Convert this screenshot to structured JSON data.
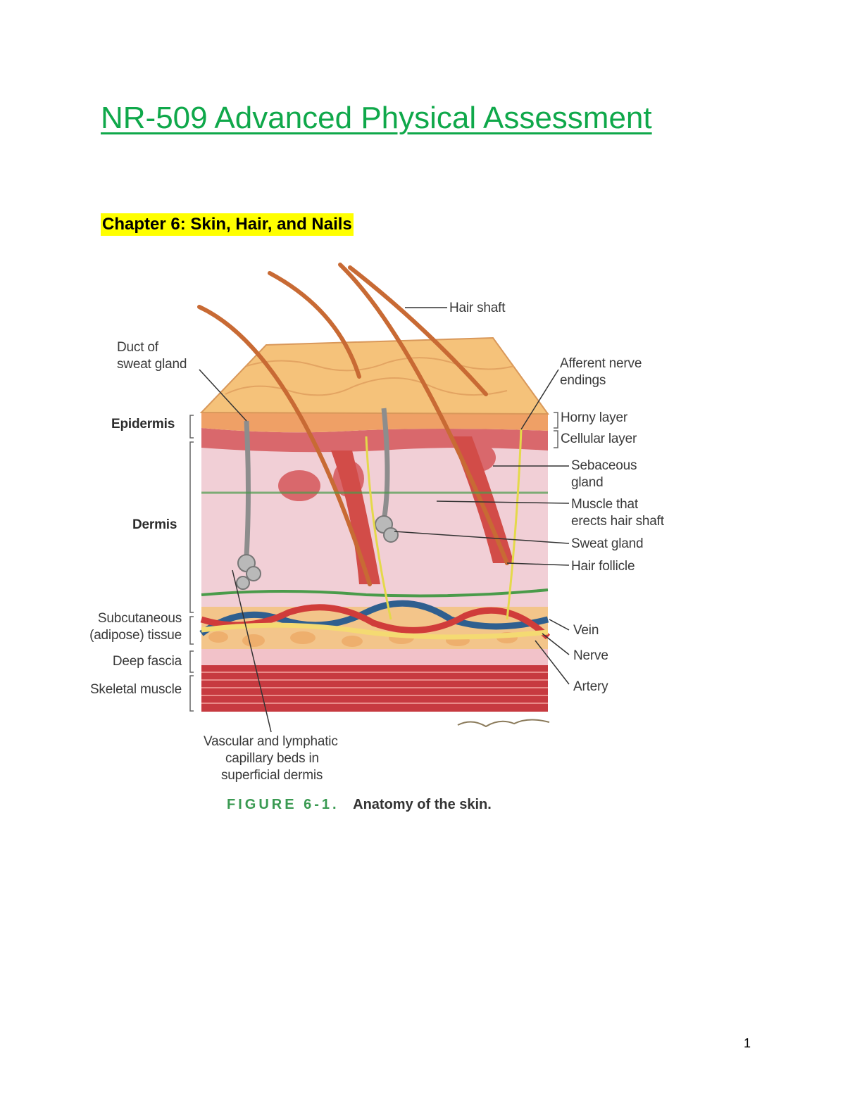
{
  "document": {
    "title": "NR-509 Advanced Physical Assessment",
    "chapter_heading": "Chapter 6: Skin, Hair, and Nails",
    "page_number": "1"
  },
  "figure": {
    "caption_label": "FIGURE 6-1.",
    "caption_text": "Anatomy of the skin.",
    "left_labels": {
      "duct_line1": "Duct of",
      "duct_line2": "sweat gland",
      "epidermis": "Epidermis",
      "dermis": "Dermis",
      "subcut_line1": "Subcutaneous",
      "subcut_line2": "(adipose) tissue",
      "deep_fascia": "Deep fascia",
      "skeletal_muscle": "Skeletal muscle"
    },
    "right_labels": {
      "hair_shaft": "Hair shaft",
      "afferent_line1": "Afferent nerve",
      "afferent_line2": "endings",
      "horny_layer": "Horny layer",
      "cellular_layer": "Cellular layer",
      "sebaceous_line1": "Sebaceous",
      "sebaceous_line2": "gland",
      "muscle_line1": "Muscle that",
      "muscle_line2": "erects hair shaft",
      "sweat_gland": "Sweat gland",
      "hair_follicle": "Hair follicle",
      "vein": "Vein",
      "nerve": "Nerve",
      "artery": "Artery"
    },
    "bottom_labels": {
      "vascular_line1": "Vascular and lymphatic",
      "vascular_line2": "capillary beds in",
      "vascular_line3": "superficial dermis"
    }
  }
}
